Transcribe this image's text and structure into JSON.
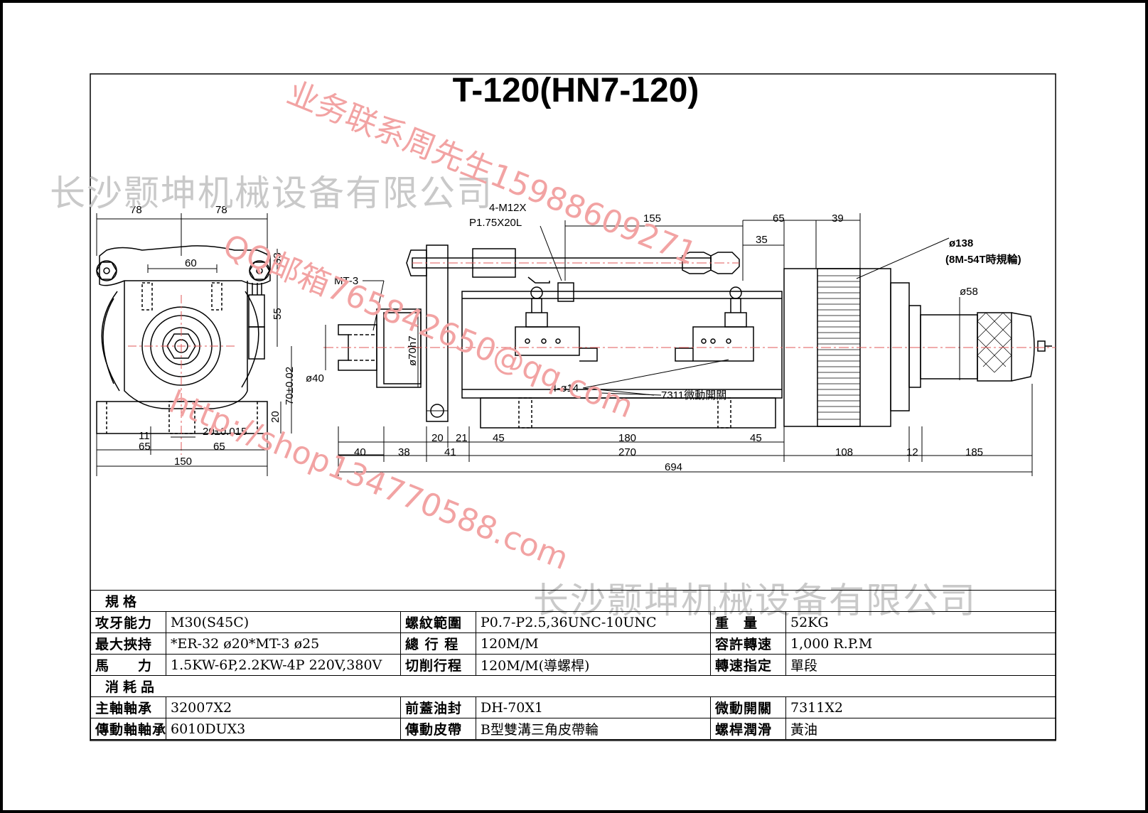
{
  "title": "T-120(HN7-120)",
  "side_view": {
    "dims": {
      "d78a": "78",
      "d78b": "78",
      "d60": "60",
      "d33": "33",
      "d55": "55",
      "d70": "70±0.02",
      "d20v": "20",
      "d11": "11",
      "d20h": "20±0.015",
      "d65a": "65",
      "d65b": "65",
      "d150": "150"
    }
  },
  "main_view": {
    "labels": {
      "mt3": "MT-3",
      "m12a": "4-M12X",
      "m12b": "P1.75X20L",
      "phi138": "ø138",
      "belt": "(8M-54T時規輪)",
      "phi58": "ø58",
      "phi70": "ø70h7",
      "phi40": "ø40",
      "holes": "4-ø14",
      "switch": "7311微動開關"
    },
    "dims": {
      "d155": "155",
      "d65": "65",
      "d39": "39",
      "d35": "35",
      "d40": "40",
      "d38": "38",
      "d20": "20",
      "d21": "21",
      "d41": "41",
      "d45a": "45",
      "d180": "180",
      "d45b": "45",
      "d270": "270",
      "d108": "108",
      "d12": "12",
      "d185": "185",
      "d694": "694"
    }
  },
  "watermarks": {
    "company1": "长沙颢坤机械设备有限公司",
    "company2": "长沙颢坤机械设备有限公司",
    "contact": "业务联系周先生15988609271",
    "qq": "QQ邮箱765842650@qq.com",
    "shop": "http://shop134770588.com"
  },
  "spec_table": {
    "section1": "規格",
    "rows": [
      {
        "l1": "攻牙能力",
        "v1": "M30(S45C)",
        "l2": "螺紋範圍",
        "v2": "P0.7-P2.5,36UNC-10UNC",
        "l3": "重　量",
        "v3": "52KG"
      },
      {
        "l1": "最大挾持",
        "v1": "*ER-32 ø20*MT-3 ø25",
        "l2": "總 行 程",
        "v2": "120M/M",
        "l3": "容許轉速",
        "v3": "1,000 R.P.M"
      },
      {
        "l1": "馬　　力",
        "v1": "1.5KW-6P,2.2KW-4P  220V,380V",
        "l2": "切削行程",
        "v2": "120M/M(導螺桿)",
        "l3": "轉速指定",
        "v3": "單段"
      }
    ],
    "section2": "消耗品",
    "rows2": [
      {
        "l1": "主軸軸承",
        "v1": "32007X2",
        "l2": "前蓋油封",
        "v2": "DH-70X1",
        "l3": "微動開關",
        "v3": "7311X2"
      },
      {
        "l1": "傳動軸軸承",
        "v1": "6010DUX3",
        "l2": "傳動皮帶",
        "v2": "B型雙溝三角皮帶輪",
        "l3": "螺桿潤滑",
        "v3": "黃油"
      }
    ]
  }
}
